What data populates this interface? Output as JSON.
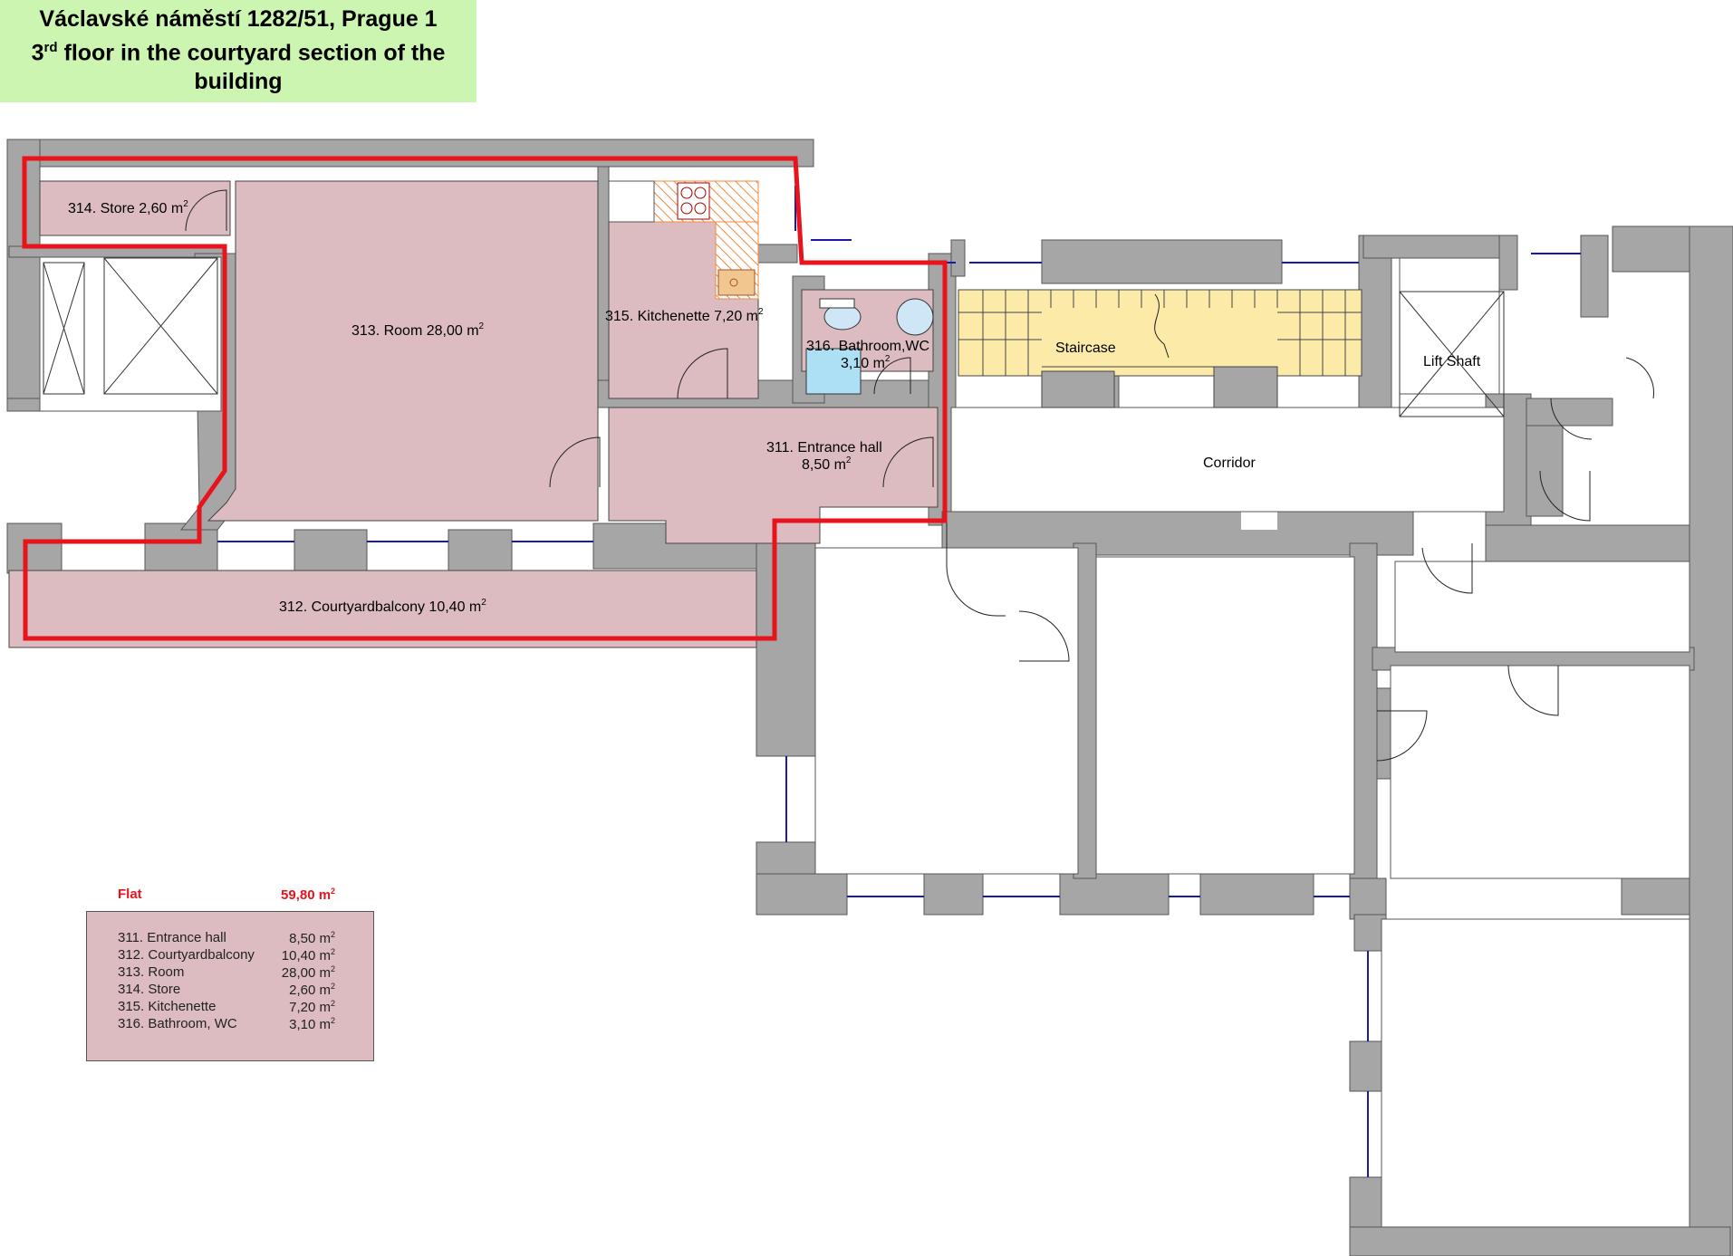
{
  "title": {
    "line1": "Václavské náměstí 1282/51,  Prague 1",
    "line2_pre": "3",
    "line2_sup": "rd",
    "line2_post": " floor in the courtyard section of the",
    "line3": "building"
  },
  "unit_sup": "2",
  "rooms": {
    "store": "314. Store 2,60 m",
    "room": "313. Room 28,00 m",
    "kitchenette": "315. Kitchenette 7,20 m",
    "bathroom_1": "316. Bathroom,WC",
    "bathroom_2": "3,10 m",
    "entrance_1": "311. Entrance hall",
    "entrance_2": "8,50 m",
    "balcony": "312. Courtyardbalcony 10,40 m",
    "staircase": "Staircase",
    "lift": "Lift Shaft",
    "corridor": "Corridor"
  },
  "legend": {
    "head_label": "Flat",
    "head_value": "59,80 m",
    "rows": [
      {
        "name": "311. Entrance hall",
        "area": "8,50 m"
      },
      {
        "name": "312. Courtyardbalcony",
        "area": "10,40 m"
      },
      {
        "name": "313. Room",
        "area": "28,00 m"
      },
      {
        "name": "314. Store",
        "area": "2,60 m"
      },
      {
        "name": "315. Kitchenette",
        "area": "7,20 m"
      },
      {
        "name": "316. Bathroom, WC",
        "area": "3,10 m"
      }
    ]
  },
  "colors": {
    "wall": "#a6a6a6",
    "flat_fill": "#dcbcc0",
    "outline": "#e8131b",
    "staircase": "#fbeaa8",
    "window": "#1a1aa8",
    "title_bg": "#ccf5b2"
  }
}
